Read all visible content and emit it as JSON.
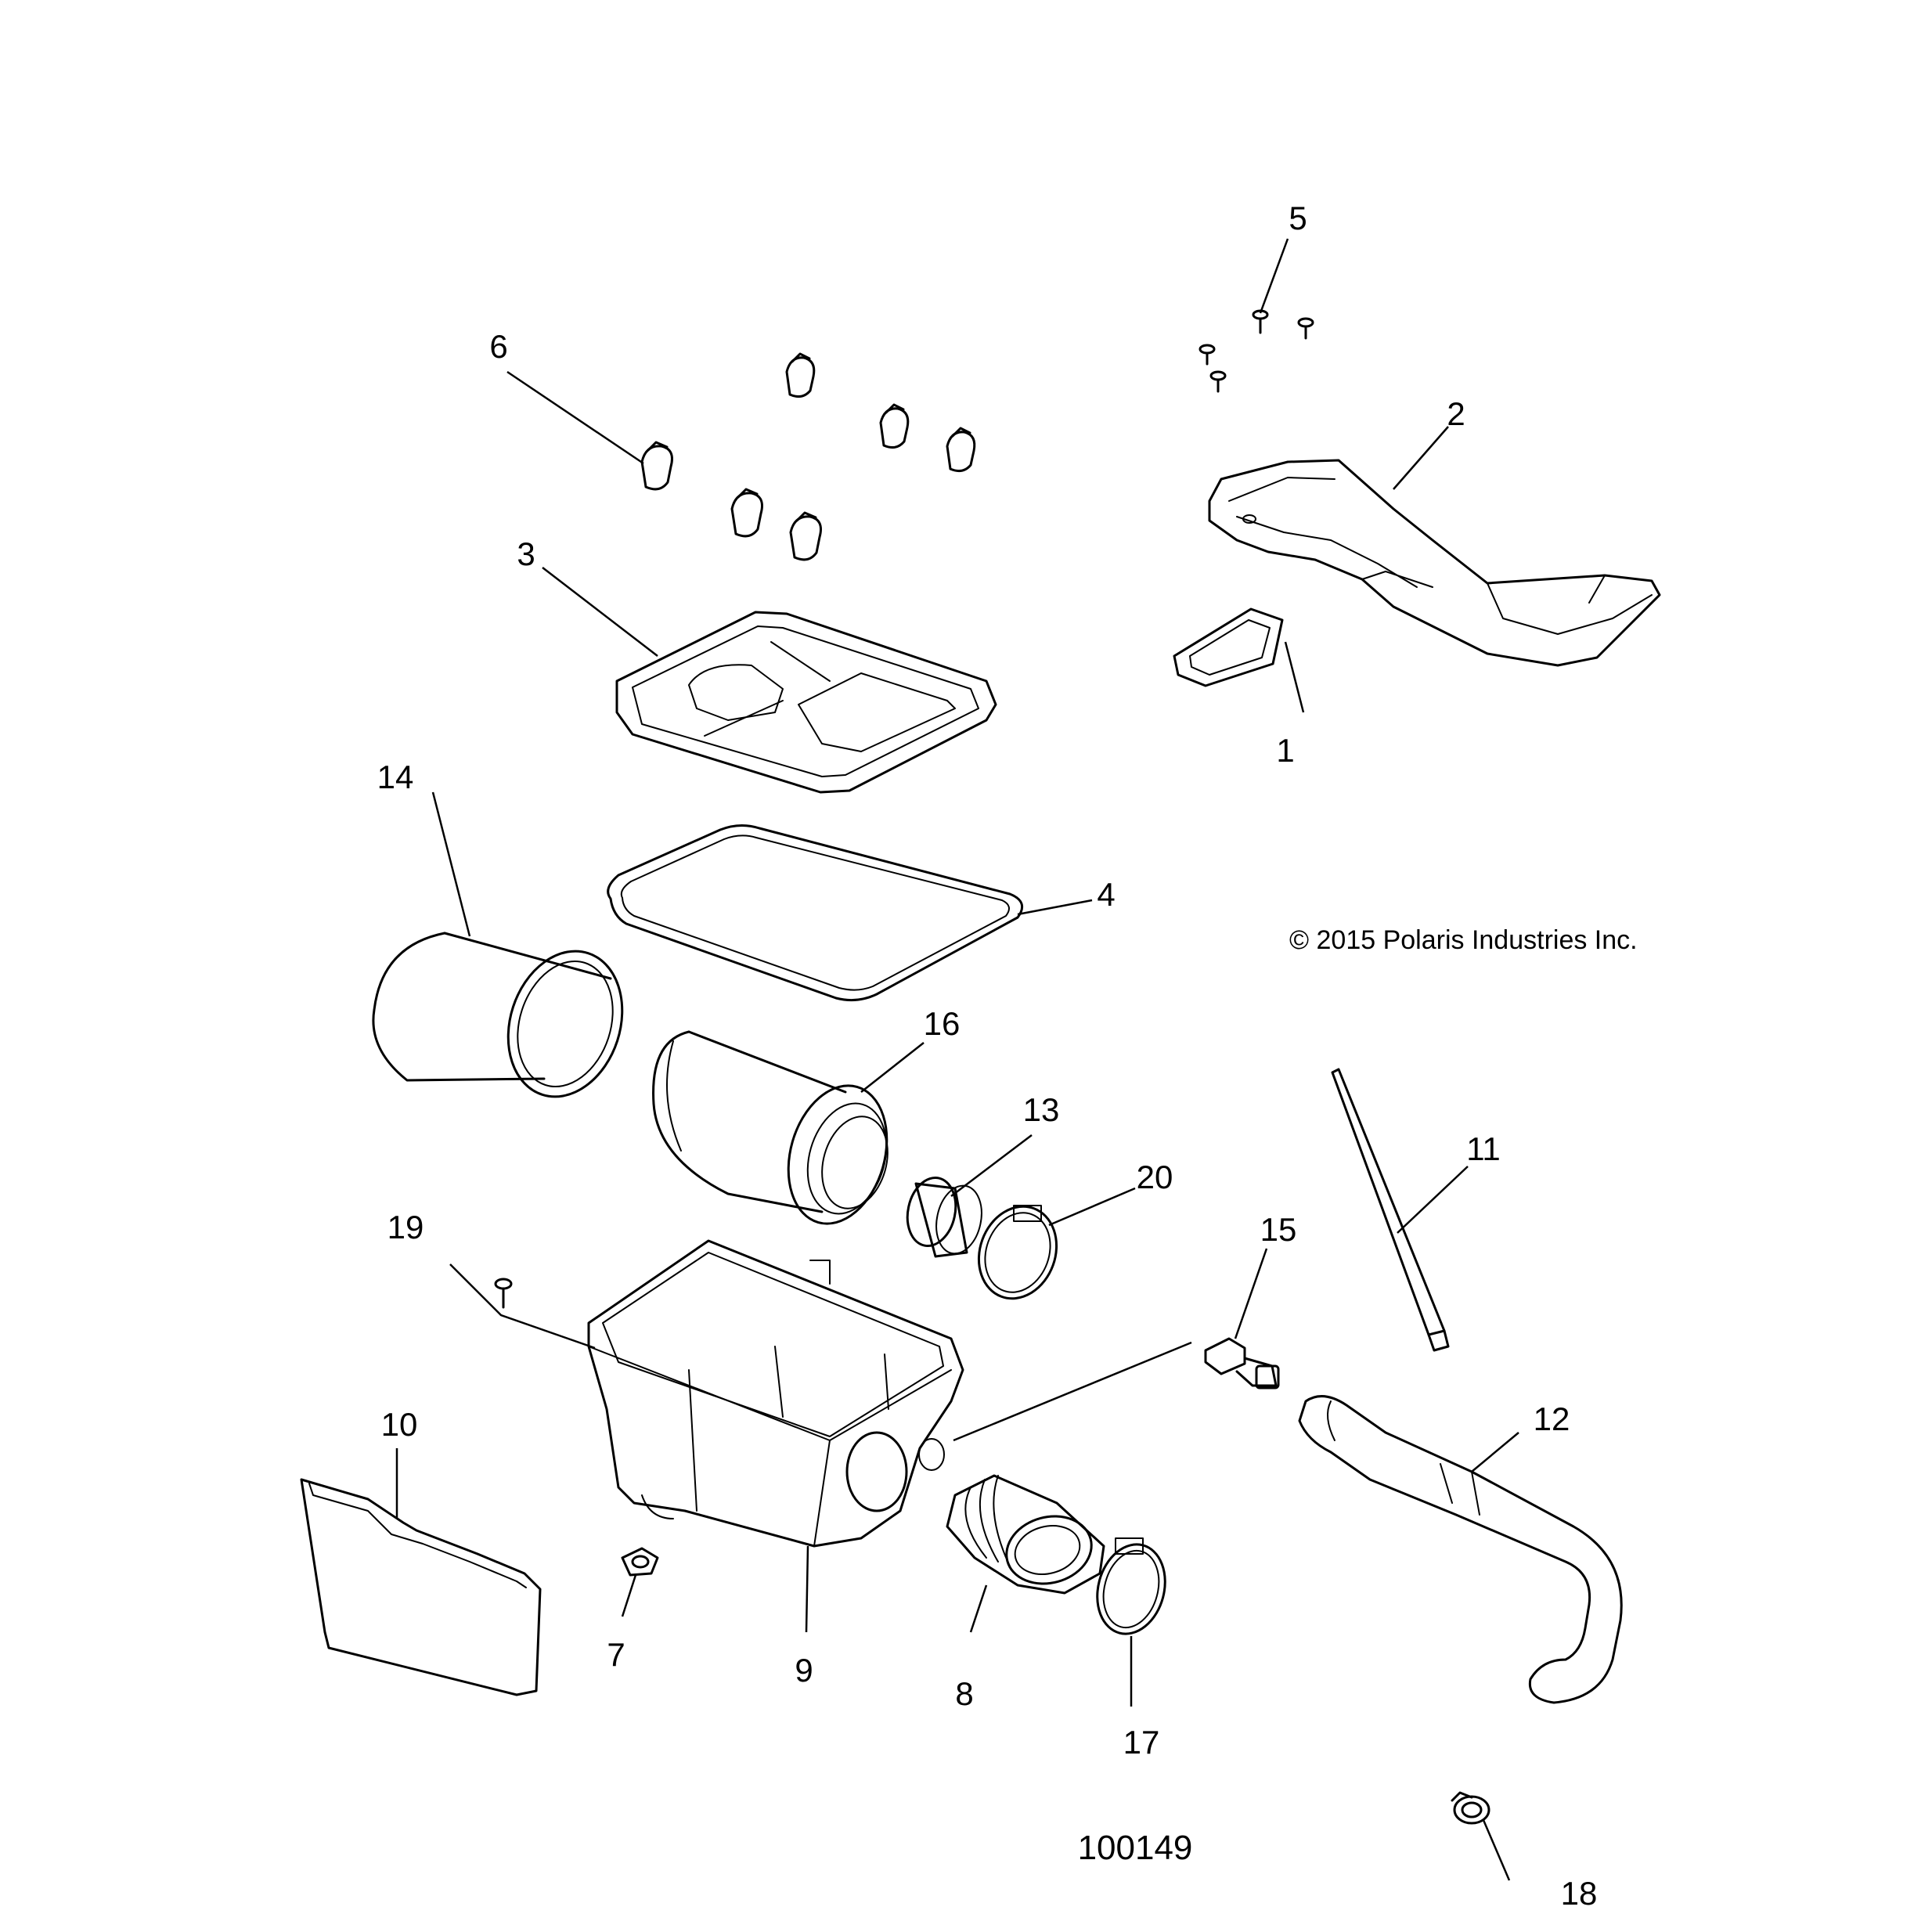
{
  "copyright": "© 2015 Polaris Industries Inc.",
  "figure_number": "100149",
  "callouts": [
    "1",
    "2",
    "3",
    "4",
    "5",
    "6",
    "7",
    "8",
    "9",
    "10",
    "11",
    "12",
    "13",
    "14",
    "15",
    "16",
    "17",
    "18",
    "19",
    "20"
  ]
}
